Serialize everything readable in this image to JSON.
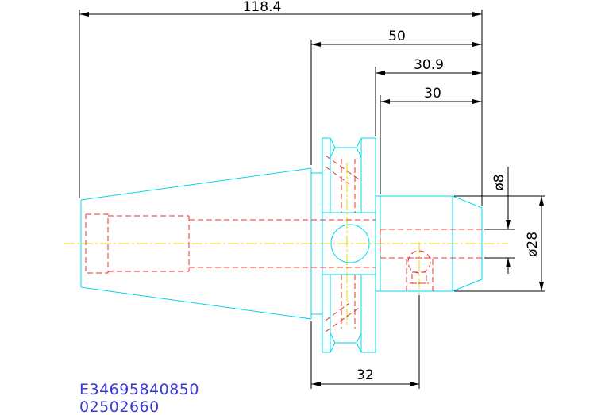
{
  "drawing": {
    "dimensions": {
      "overall_length": "118.4",
      "flange_to_end": "50",
      "shank_length_outer": "30.9",
      "shank_length_inner": "30",
      "bore_diameter": "ø8",
      "body_diameter": "ø28",
      "flange_offset": "32"
    },
    "part_number": "E34695840850",
    "code": "02502660",
    "colors": {
      "outline": "#00d8e8",
      "hidden": "#e83030",
      "centerline": "#e8d800",
      "dimension": "#000000",
      "label": "#3a3ad8"
    }
  }
}
